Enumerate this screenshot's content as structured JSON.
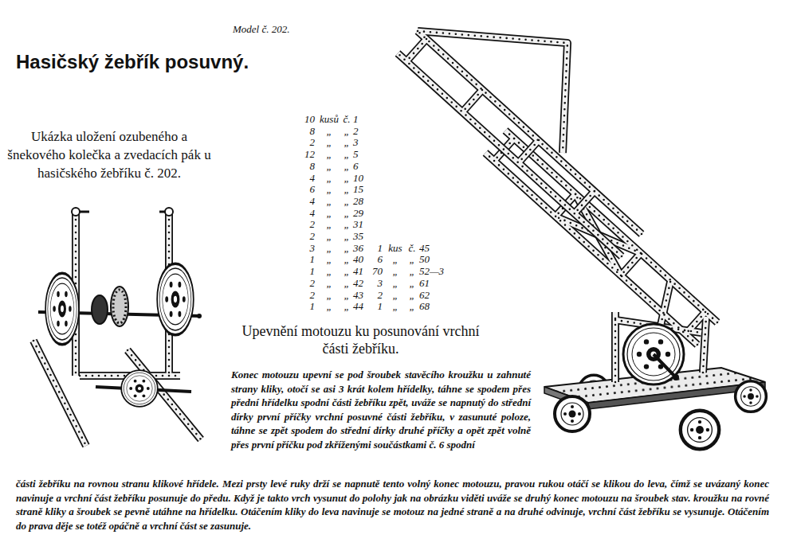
{
  "diagram": {
    "title": "Hasičský žebřík posuvný.",
    "caption": "Ukázka uložení ozubeného a šnekového kolečka a zvedacích pák u hasičského žebříku č. 202.",
    "labels": [
      "Model č. 202.",
      "10",
      "kusů",
      "č.",
      "1",
      "8",
      "„",
      "„",
      "2",
      "2",
      "„",
      "„",
      "3",
      "12",
      "„",
      "„",
      "5",
      "8",
      "„",
      "„",
      "6",
      "4",
      "„",
      "„",
      "10",
      "6",
      "„",
      "„",
      "15",
      "4",
      "„",
      "„",
      "28",
      "4",
      "„",
      "„",
      "29",
      "2",
      "„",
      "„",
      "31",
      "2",
      "„",
      "„",
      "35",
      "3",
      "„",
      "„",
      "36",
      "1",
      "„",
      "„",
      "40",
      "1",
      "„",
      "„",
      "41",
      "2",
      "„",
      "„",
      "42",
      "2",
      "„",
      "„",
      "43",
      "1",
      "„",
      "„",
      "44",
      "1",
      "kus",
      "č.",
      "45",
      "6",
      "„",
      "„",
      "50",
      "70",
      "„",
      "„",
      "52—3",
      "3",
      "„",
      "„",
      "61",
      "2",
      "„",
      "„",
      "62",
      "1",
      "„",
      "„",
      "68",
      "Upevnění motouzu ku posunování vrchní části žebříku.",
      "Konec motouzu upevní se pod šroubek stavěcího kroužku u zahnuté strany kliky, otočí se asi 3 krát kolem hřídelky, táhne se spodem přes přední hřídelku spodní části žebříku zpět, uváže se napnutý do střední dírky první příčky vrchní posuvné části žebříku, v zasunuté poloze, táhne se zpět spodem do střední dírky druhé příčky a opět zpět volně přes první příčku pod zkříženými součástkami č. 6 spodní",
      "části žebříku na rovnou stranu klikové hřídele. Mezi prsty levé ruky drží se napnutě tento volný konec motouzu, pravou rukou otáčí se klikou do leva, čímž se uvázaný konec navinuje a vrchní část žebříku posunuje do předu. Když je takto vrch vysunut do polohy jak na obrázku viděti uváže se druhý konec motouzu na šroubek stav. kroužku na rovné straně kliky a šroubek se pevně utáhne na hřídelku. Otáčením kliky do leva navinuje se motouz na jedné straně a na druhé odvinuje, vrchní část žebříku se vysunuje. Otáčením do prava děje se totéž opáčně a vrchní část se zasunuje."
    ]
  }
}
